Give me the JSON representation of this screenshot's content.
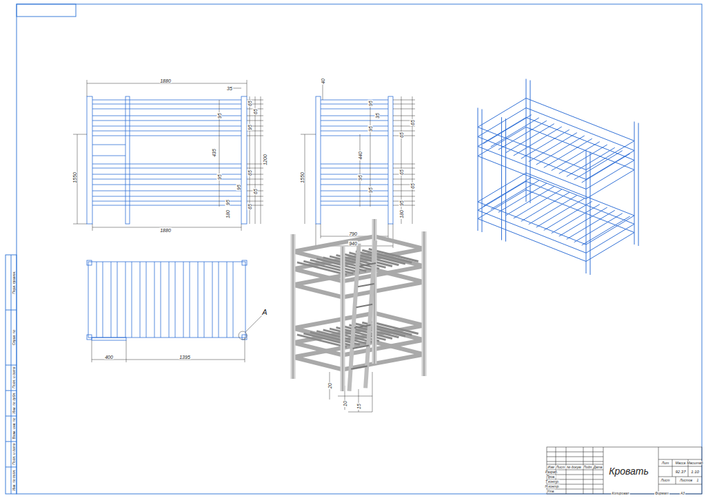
{
  "diagram": {
    "labels": [
      "1880",
      "35",
      "65",
      "65",
      "95",
      "95",
      "435",
      "1200",
      "95",
      "65",
      "95",
      "65",
      "95",
      "180",
      "65",
      "1550",
      "1880",
      "40",
      "95",
      "35",
      "95",
      "65",
      "65",
      "440",
      "1550",
      "95",
      "65",
      "95",
      "65",
      "95",
      "180",
      "790",
      "940",
      "A",
      "400",
      "1395",
      "20",
      "10",
      "15",
      "Изм",
      "Лист",
      "№ докум.",
      "Подп.",
      "Дата",
      "Разраб.",
      "Пров.",
      "Т.контр.",
      "Н.контр.",
      "Утв.",
      "Кровать",
      "Лит",
      "Масса",
      "Масштаб",
      "92.37",
      "1:10",
      "Лист",
      "Листов",
      "1",
      "Копировал",
      "Формат",
      "A3",
      "Перв. примен.",
      "Справ. №",
      "Подп. и дата",
      "Инв. № дубл.",
      "Взам. инв. №",
      "Подп. и дата",
      "Инв. № подл."
    ]
  }
}
